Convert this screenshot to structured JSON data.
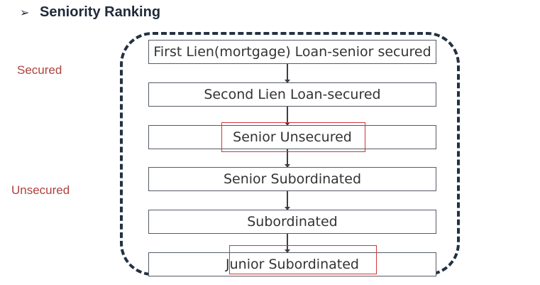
{
  "heading": {
    "bullet": "➢",
    "title": "Seniority Ranking"
  },
  "side_labels": {
    "secured": "Secured",
    "unsecured": "Unsecured"
  },
  "tiers": [
    "First Lien(mortgage) Loan-senior secured",
    "Second Lien Loan-secured",
    "Senior Unsecured",
    "Senior Subordinated",
    "Subordinated",
    "Junior Subordinated"
  ],
  "colors": {
    "frame": "#233142",
    "side_label": "#b0413e",
    "highlight": "#d0363a"
  }
}
